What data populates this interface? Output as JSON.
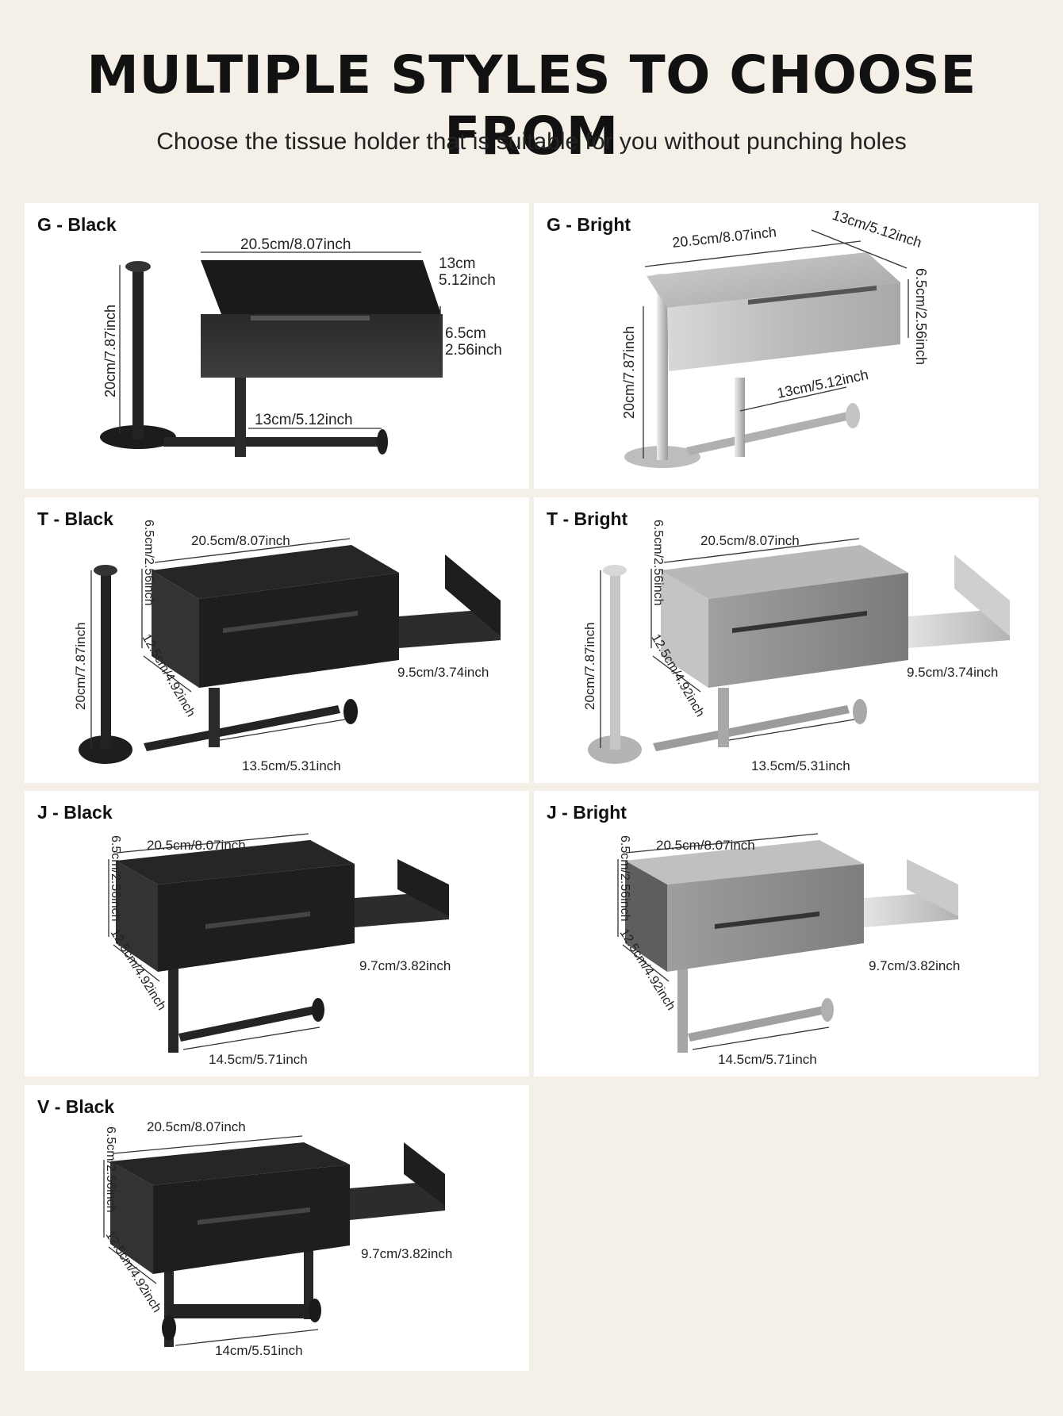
{
  "header": {
    "title": "MULTIPLE STYLES TO CHOOSE FROM",
    "subtitle": "Choose the tissue holder that is suitable for you without punching holes"
  },
  "panels": [
    {
      "label": "G - Black",
      "finish": "black",
      "dims": {
        "box_width": "20.5cm/8.07inch",
        "box_depth_cm": "13cm",
        "box_depth_in": "5.12inch",
        "box_height_cm": "6.5cm",
        "box_height_in": "2.56inch",
        "pole": "20cm/7.87inch",
        "rod": "13cm/5.12inch"
      }
    },
    {
      "label": "G - Bright",
      "finish": "bright",
      "dims": {
        "box_width": "20.5cm/8.07inch",
        "box_depth": "13cm/5.12inch",
        "box_height": "6.5cm/2.56inch",
        "pole": "20cm/7.87inch",
        "rod": "13cm/5.12inch"
      }
    },
    {
      "label": "T - Black",
      "finish": "black",
      "dims": {
        "box_width": "20.5cm/8.07inch",
        "box_height": "6.5cm/2.56inch",
        "box_depth": "12.5cm/4.92inch",
        "shelf": "9.5cm/3.74inch",
        "pole": "20cm/7.87inch",
        "rod": "13.5cm/5.31inch"
      }
    },
    {
      "label": "T - Bright",
      "finish": "bright",
      "dims": {
        "box_width": "20.5cm/8.07inch",
        "box_height": "6.5cm/2.56inch",
        "box_depth": "12.5cm/4.92inch",
        "shelf": "9.5cm/3.74inch",
        "pole": "20cm/7.87inch",
        "rod": "13.5cm/5.31inch"
      }
    },
    {
      "label": "J - Black",
      "finish": "black",
      "dims": {
        "box_width": "20.5cm/8.07inch",
        "box_height": "6.5cm/2.56inch",
        "box_depth": "12.5cm/4.92inch",
        "shelf": "9.7cm/3.82inch",
        "rod": "14.5cm/5.71inch"
      }
    },
    {
      "label": "J - Bright",
      "finish": "bright",
      "dims": {
        "box_width": "20.5cm/8.07inch",
        "box_height": "6.5cm/2.56inch",
        "box_depth": "12.5cm/4.92inch",
        "shelf": "9.7cm/3.82inch",
        "rod": "14.5cm/5.71inch"
      }
    },
    {
      "label": "V - Black",
      "finish": "black",
      "dims": {
        "box_width": "20.5cm/8.07inch",
        "box_height": "6.5cm/2.56inch",
        "box_depth": "12.5cm/4.92inch",
        "shelf": "9.7cm/3.82inch",
        "rod": "14cm/5.51inch"
      }
    }
  ],
  "colors": {
    "background": "#f4f0e8",
    "panel": "#ffffff",
    "black_finish": "#1c1c1c",
    "bright_finish": "#b8b8b8"
  }
}
